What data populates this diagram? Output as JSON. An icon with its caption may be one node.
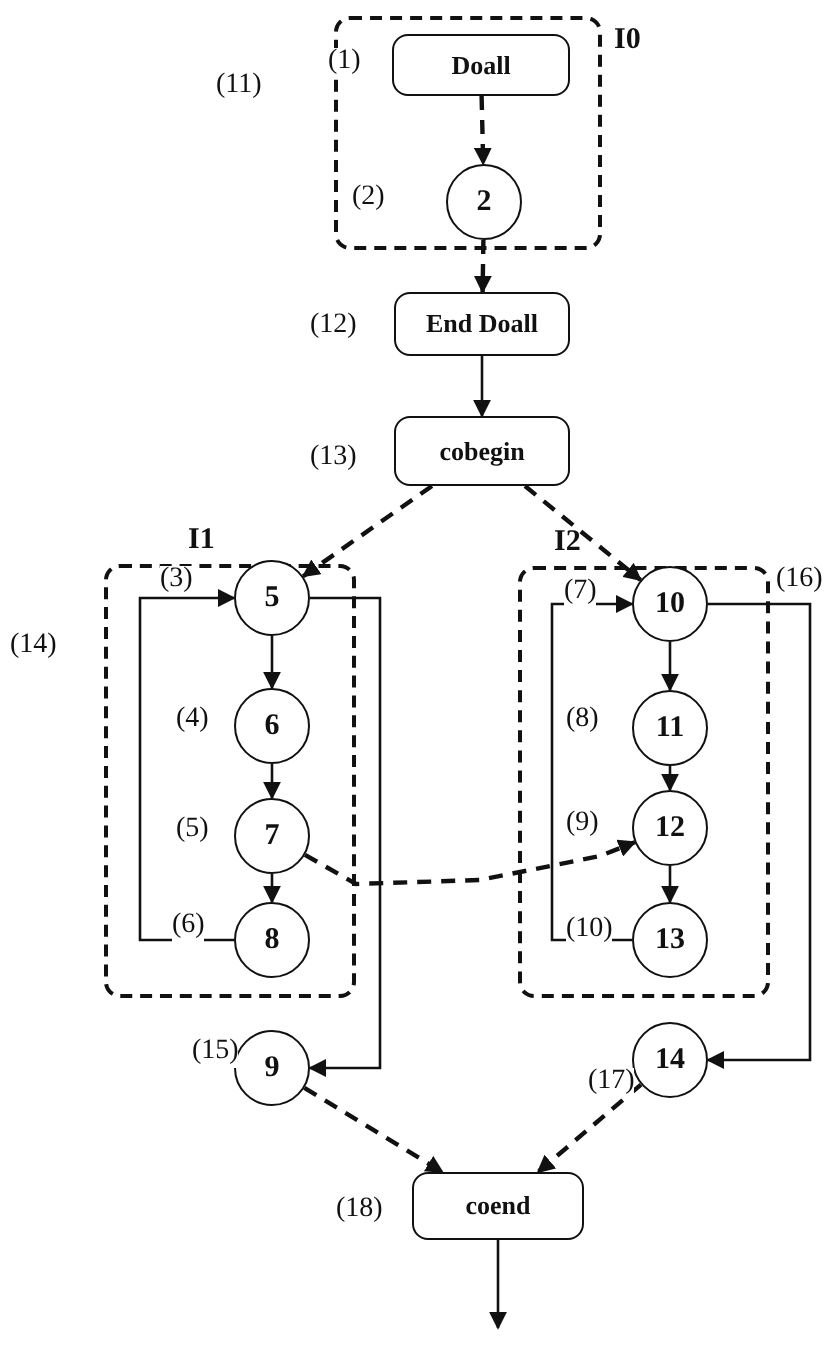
{
  "diagram": {
    "nodes": [
      {
        "text": [
          "I0"
        ],
        "beside": [
          "(11)"
        ]
      },
      {
        "text": [
          "Doall"
        ],
        "in": 0,
        "beside": [
          "(1)"
        ]
      },
      {
        "text": [
          "2"
        ],
        "in": 0,
        "beside": [
          "(2)"
        ]
      },
      {
        "text": [
          "End Doall"
        ],
        "beside": [
          "(12)"
        ]
      },
      {
        "text": [
          "cobegin"
        ],
        "beside": [
          "(13)"
        ]
      },
      {
        "text": [
          "I1"
        ],
        "beside": [
          "(14)"
        ]
      },
      {
        "text": [
          "5"
        ],
        "in": 5,
        "beside": [
          "(3)"
        ]
      },
      {
        "text": [
          "6"
        ],
        "in": 5,
        "beside": [
          "(4)"
        ]
      },
      {
        "text": [
          "7"
        ],
        "in": 5,
        "beside": [
          "(5)"
        ]
      },
      {
        "text": [
          "8"
        ],
        "in": 5,
        "beside": [
          "(6)"
        ]
      },
      {
        "text": [
          "9"
        ],
        "beside": [
          "(15)"
        ]
      },
      {
        "text": [
          "I2"
        ],
        "beside": [
          "(16)"
        ]
      },
      {
        "text": [
          "10"
        ],
        "in": 11,
        "beside": [
          "(7)"
        ]
      },
      {
        "text": [
          "11"
        ],
        "in": 11,
        "beside": [
          "(8)"
        ]
      },
      {
        "text": [
          "12"
        ],
        "in": 11,
        "beside": [
          "(9)"
        ]
      },
      {
        "text": [
          "13"
        ],
        "in": 11,
        "beside": [
          "(10)"
        ]
      },
      {
        "text": [
          "14"
        ],
        "beside": [
          "(17)"
        ]
      },
      {
        "text": [
          "coend"
        ],
        "beside": [
          "(18)"
        ]
      }
    ],
    "edges": [
      {
        "from": 1,
        "to": 2,
        "arrow": "to",
        "style": "dashed"
      },
      {
        "from": 2,
        "to": 3,
        "arrow": "to",
        "style": "dashed"
      },
      {
        "from": 3,
        "to": 4,
        "arrow": "to"
      },
      {
        "from": 4,
        "to": 6,
        "arrow": "to",
        "style": "dashed"
      },
      {
        "from": 4,
        "to": 12,
        "arrow": "to",
        "style": "dashed"
      },
      {
        "from": 6,
        "to": 7,
        "arrow": "to"
      },
      {
        "from": 7,
        "to": 8,
        "arrow": "to"
      },
      {
        "from": 8,
        "to": 9,
        "arrow": "to"
      },
      {
        "from": 9,
        "to": 6,
        "arrow": "to"
      },
      {
        "from": 6,
        "to": 10,
        "arrow": "to"
      },
      {
        "from": 12,
        "to": 13,
        "arrow": "to"
      },
      {
        "from": 13,
        "to": 14,
        "arrow": "to"
      },
      {
        "from": 14,
        "to": 15,
        "arrow": "to"
      },
      {
        "from": 15,
        "to": 12,
        "arrow": "to"
      },
      {
        "from": 12,
        "to": 16,
        "arrow": "to"
      },
      {
        "from": 8,
        "to": 14,
        "arrow": "to",
        "style": "dashed"
      },
      {
        "from": 10,
        "to": 17,
        "arrow": "to",
        "style": "dashed"
      },
      {
        "from": 16,
        "to": 17,
        "arrow": "to",
        "style": "dashed"
      },
      {
        "from": 17,
        "to": null,
        "arrow": "to"
      }
    ]
  }
}
